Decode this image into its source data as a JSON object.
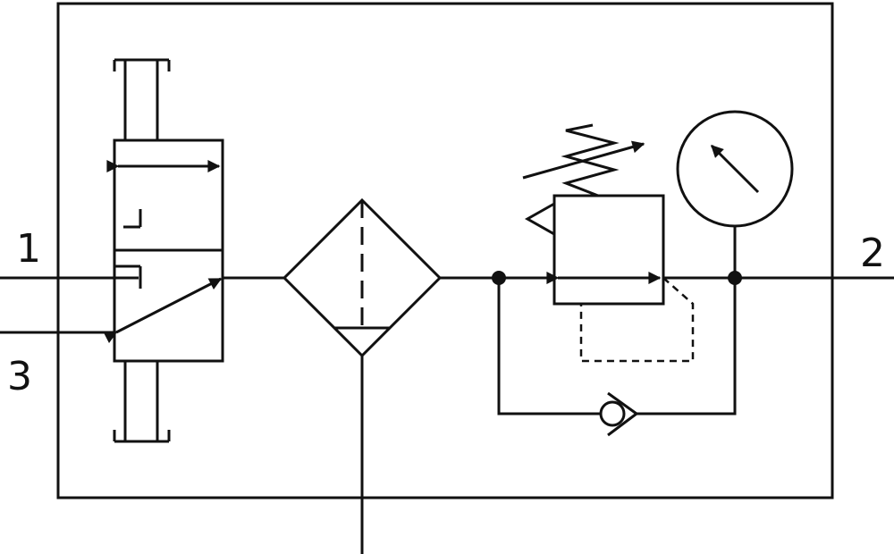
{
  "ports": {
    "inlet": "1",
    "exhaust": "3",
    "outlet": "2"
  },
  "colors": {
    "stroke": "#111111",
    "background": "#ffffff"
  },
  "components": [
    "shutoff-valve-3-2",
    "filter-with-drain",
    "pressure-regulator",
    "pressure-gauge",
    "check-valve"
  ]
}
